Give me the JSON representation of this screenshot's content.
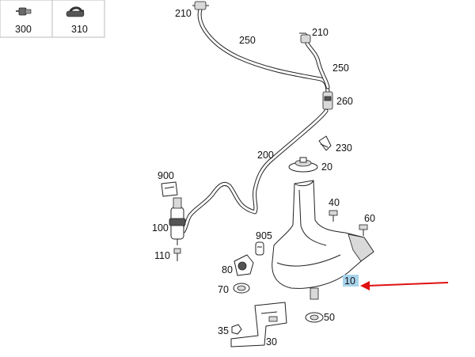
{
  "legend": {
    "cells": [
      {
        "label": "300"
      },
      {
        "label": "310"
      }
    ]
  },
  "callouts": {
    "210a": "210",
    "250a": "250",
    "210b": "210",
    "250b": "250",
    "260": "260",
    "230": "230",
    "200": "200",
    "20": "20",
    "900": "900",
    "40": "40",
    "60": "60",
    "100": "100",
    "905": "905",
    "110": "110",
    "80": "80",
    "10": "10",
    "70": "70",
    "50": "50",
    "35": "35",
    "30": "30"
  },
  "highlight": {
    "part": "10",
    "color": "#a8d4ec",
    "arrow_color": "#e01010"
  }
}
